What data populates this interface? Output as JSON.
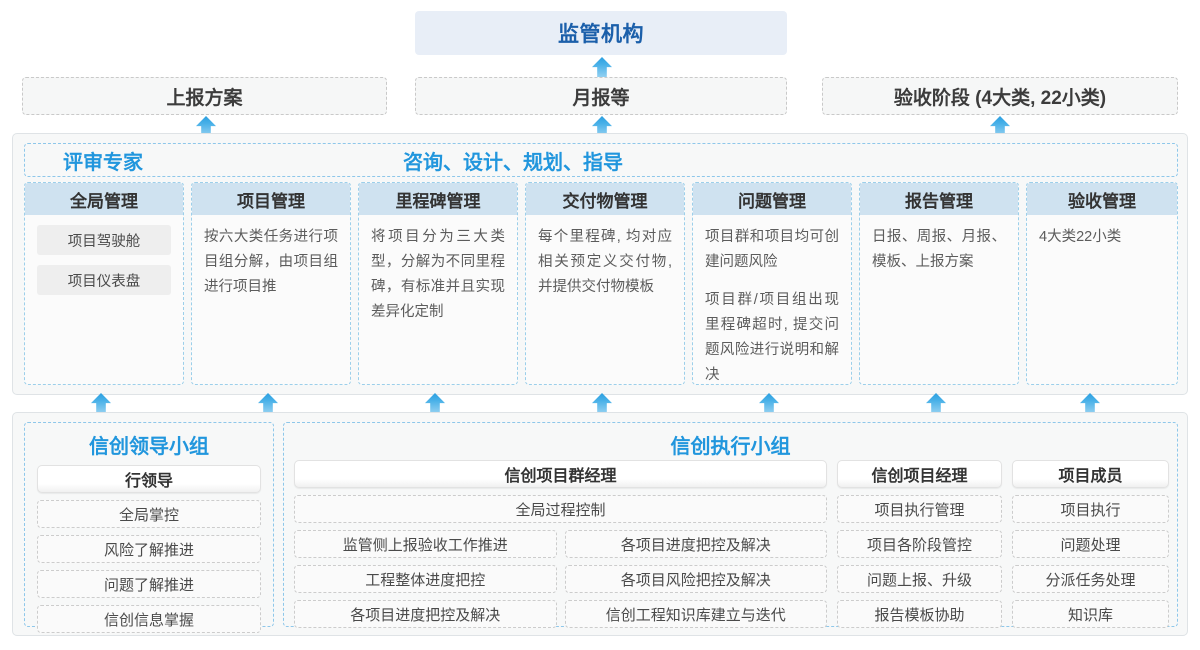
{
  "top": {
    "regulator": "监管机构",
    "channels": [
      {
        "label": "上报方案"
      },
      {
        "label": "月报等"
      },
      {
        "label": "验收阶段 (4大类, 22小类)"
      }
    ]
  },
  "middle": {
    "band_left_title": "评审专家",
    "band_right_title": "咨询、设计、规划、指导",
    "cards": [
      {
        "title": "全局管理",
        "type": "pills",
        "pills": [
          "项目驾驶舱",
          "项目仪表盘"
        ],
        "paragraphs": []
      },
      {
        "title": "项目管理",
        "type": "text",
        "pills": [],
        "paragraphs": [
          "按六大类任务进行项目组分解，由项目组进行项目推"
        ]
      },
      {
        "title": "里程碑管理",
        "type": "text",
        "pills": [],
        "paragraphs": [
          "将项目分为三大类型，分解为不同里程碑，有标准并且实现差异化定制"
        ]
      },
      {
        "title": "交付物管理",
        "type": "text",
        "pills": [],
        "paragraphs": [
          "每个里程碑, 均对应相关预定义交付物, 并提供交付物模板"
        ]
      },
      {
        "title": "问题管理",
        "type": "text",
        "pills": [],
        "paragraphs": [
          "项目群和项目均可创建问题风险",
          "项目群/项目组出现里程碑超时, 提交问题风险进行说明和解决"
        ]
      },
      {
        "title": "报告管理",
        "type": "text",
        "pills": [],
        "paragraphs": [
          "日报、周报、月报、模板、上报方案"
        ]
      },
      {
        "title": "验收管理",
        "type": "text",
        "pills": [],
        "paragraphs": [
          "4大类22小类"
        ]
      }
    ]
  },
  "bottom": {
    "groups": [
      {
        "title": "信创领导小组"
      },
      {
        "title": "信创执行小组"
      }
    ],
    "columns": [
      {
        "head": "行领导",
        "items": [
          "全局掌控",
          "风险了解推进",
          "问题了解推进",
          "信创信息掌握"
        ]
      },
      {
        "head": "信创项目群经理",
        "wide_item": "全局过程控制",
        "items_left": [
          "监管侧上报验收工作推进",
          "工程整体进度把控",
          "各项目进度把控及解决"
        ],
        "items_right": [
          "各项目进度把控及解决",
          "各项目风险把控及解决",
          "信创工程知识库建立与迭代"
        ]
      },
      {
        "head": "信创项目经理",
        "items": [
          "项目执行管理",
          "项目各阶段管控",
          "问题上报、升级",
          "报告模板协助"
        ]
      },
      {
        "head": "项目成员",
        "items": [
          "项目执行",
          "问题处理",
          "分派任务处理",
          "知识库"
        ]
      }
    ]
  },
  "colors": {
    "accent": "#2196dd",
    "regulator_bg": "#e8eef7",
    "regulator_text": "#1b5faa",
    "card_head_bg": "#cfe2f0",
    "arrow": "#49b1e8"
  }
}
